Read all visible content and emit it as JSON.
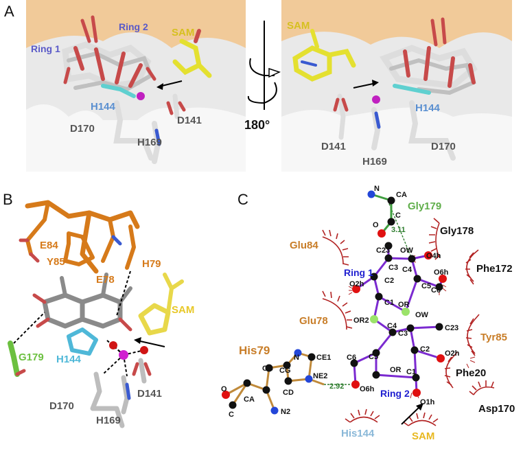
{
  "panels": {
    "a": "A",
    "b": "B",
    "c": "C"
  },
  "panel_a": {
    "left": {
      "ring1": "Ring 1",
      "ring2": "Ring 2",
      "sam": "SAM",
      "h144": "H144",
      "d170": "D170",
      "d141": "D141",
      "h169": "H169"
    },
    "right": {
      "sam": "SAM",
      "h144": "H144",
      "d141": "D141",
      "h169": "H169",
      "d170": "D170"
    },
    "rotation_label": "180°",
    "colors": {
      "surface": "#e9e9e9",
      "orange_surface": "#f2c690",
      "ring_label": "#5a5ac8",
      "sam": "#d6c020",
      "h144": "#5a8fd0",
      "residue": "#555555"
    }
  },
  "panel_b": {
    "e84": "E84",
    "y85": "Y85",
    "e78": "E78",
    "h79": "H79",
    "sam": "SAM",
    "g179": "G179",
    "h144": "H144",
    "d170": "D170",
    "d141": "D141",
    "h169": "H169",
    "colors": {
      "orange": "#d67a1a",
      "green": "#6cc040",
      "cyan": "#4fb8d8",
      "yellow": "#e8d84a",
      "grey": "#555555"
    }
  },
  "panel_c": {
    "residues": {
      "gly179": "Gly179",
      "gly178": "Gly178",
      "glu84": "Glu84",
      "phe172": "Phe172",
      "glu78": "Glu78",
      "tyr85": "Tyr85",
      "his79": "His79",
      "phe20": "Phe20",
      "asp170": "Asp170",
      "his144": "His144",
      "sam": "SAM"
    },
    "rings": {
      "ring1": "Ring 1",
      "ring2": "Ring 2"
    },
    "hbond_distances": {
      "gly179": "3.11",
      "his79": "2.92"
    },
    "atoms": {
      "n_top": "N",
      "ca_top": "CA",
      "c_top": "C",
      "o_top": "O",
      "c23_1": "C23",
      "ow_1": "OW",
      "c3_1": "C3",
      "c4_1": "C4",
      "o4h": "O4h",
      "o2h_1": "O2h",
      "c2_1": "C2",
      "c5_1": "C5",
      "c6_1": "C6",
      "o6h_1": "O6h",
      "c1_1": "C1",
      "or_1": "OR",
      "or2": "OR2",
      "ow_2": "OW",
      "c23_2": "C23",
      "c4_2": "C4",
      "c3_2": "C3",
      "c6_2": "C6",
      "c5_2": "C5",
      "c2_2": "C2",
      "o2h_2": "O2h",
      "or_2": "OR",
      "c1_2": "C1",
      "o6h_2": "O6h",
      "o1h": "O1h",
      "n_his": "N",
      "ce1": "CE1",
      "cb": "CB",
      "cg": "CG",
      "ne2": "NE2",
      "cd": "CD",
      "ca_his": "CA",
      "c_his": "C",
      "o_his": "O",
      "n2": "N2"
    },
    "colors": {
      "bond_ring": "#7b2ad0",
      "bond_res": "#c08a3a",
      "hbond": "#2e7d2e",
      "arc": "#b22222",
      "orange_label": "#c87d28",
      "green_label": "#5fae4a",
      "blue_label": "#2020d0",
      "his144_label": "#8ab8d8",
      "sam_label": "#e8b820"
    }
  }
}
